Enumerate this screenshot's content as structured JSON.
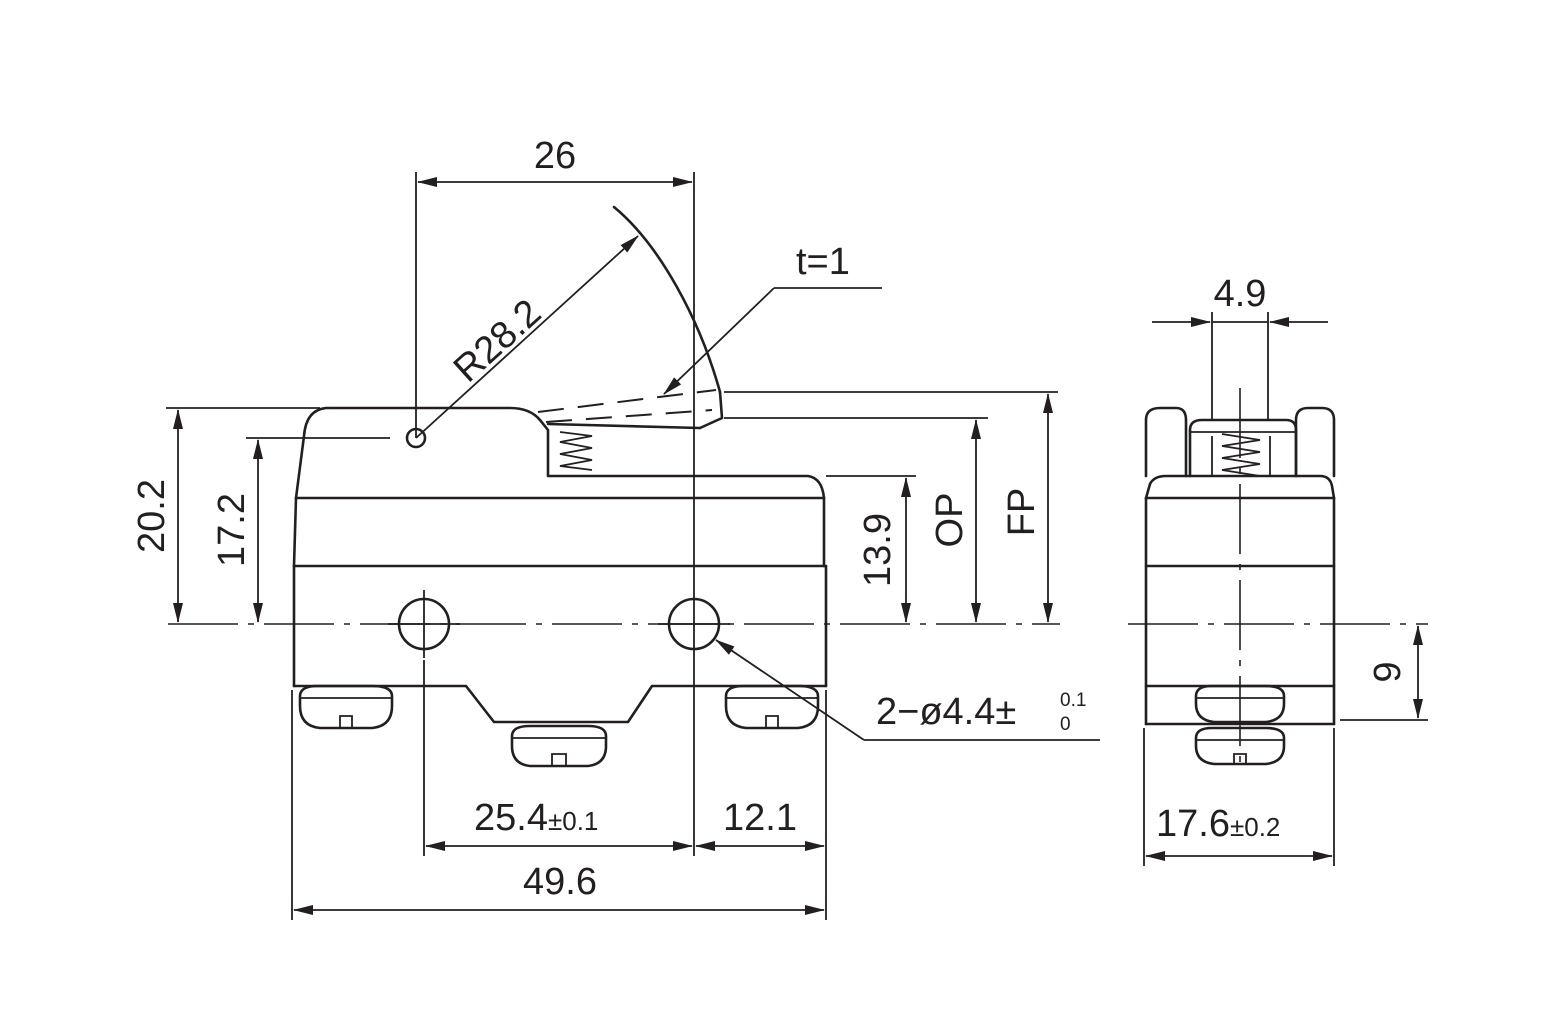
{
  "colors": {
    "line": "#231f20",
    "background": "#ffffff"
  },
  "front_view": {
    "top_width": "26",
    "lever_radius": "R28.2",
    "thickness": "t=1",
    "height_total": "20.2",
    "pivot_height": "17.2",
    "body_height": "13.9",
    "op_label": "OP",
    "fp_label": "FP",
    "hole_spacing": "25.4",
    "hole_spacing_tol": "±0.1",
    "hole_edge": "12.1",
    "overall_length": "49.6",
    "hole_callout": "2−ø4.4±",
    "hole_tol_upper": "0.1",
    "hole_tol_lower": "0"
  },
  "side_view": {
    "plunger_width": "4.9",
    "hole_height": "9",
    "width": "17.6",
    "width_tol": "±0.2"
  }
}
